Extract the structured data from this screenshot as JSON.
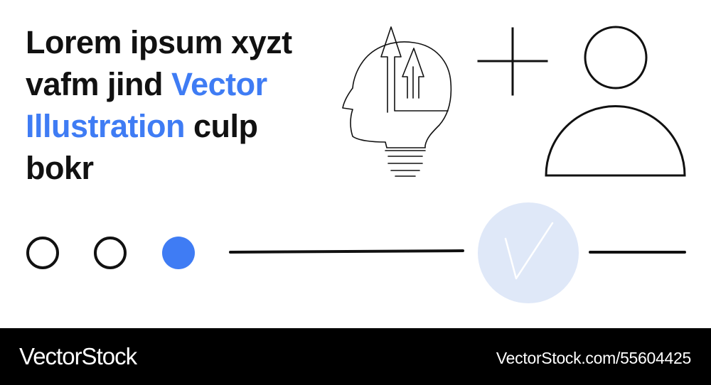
{
  "headline": {
    "part1": "Lorem ipsum xyzt vafm jind ",
    "accent": "Vector Illustration",
    "part2": " culp bokr"
  },
  "colors": {
    "text": "#111111",
    "accent": "#3f7cf4",
    "check_circle_bg": "#dfe8f8",
    "footer_bg": "#000000"
  },
  "icons": {
    "head": "head-lightbulb-growth-arrows-icon",
    "plus": "plus-icon",
    "user": "user-icon",
    "check": "check-icon"
  },
  "progress": {
    "steps_total": 3,
    "steps_filled": 1
  },
  "footer": {
    "brand": "VectorStock",
    "image_id": "VectorStock.com/55604425"
  }
}
